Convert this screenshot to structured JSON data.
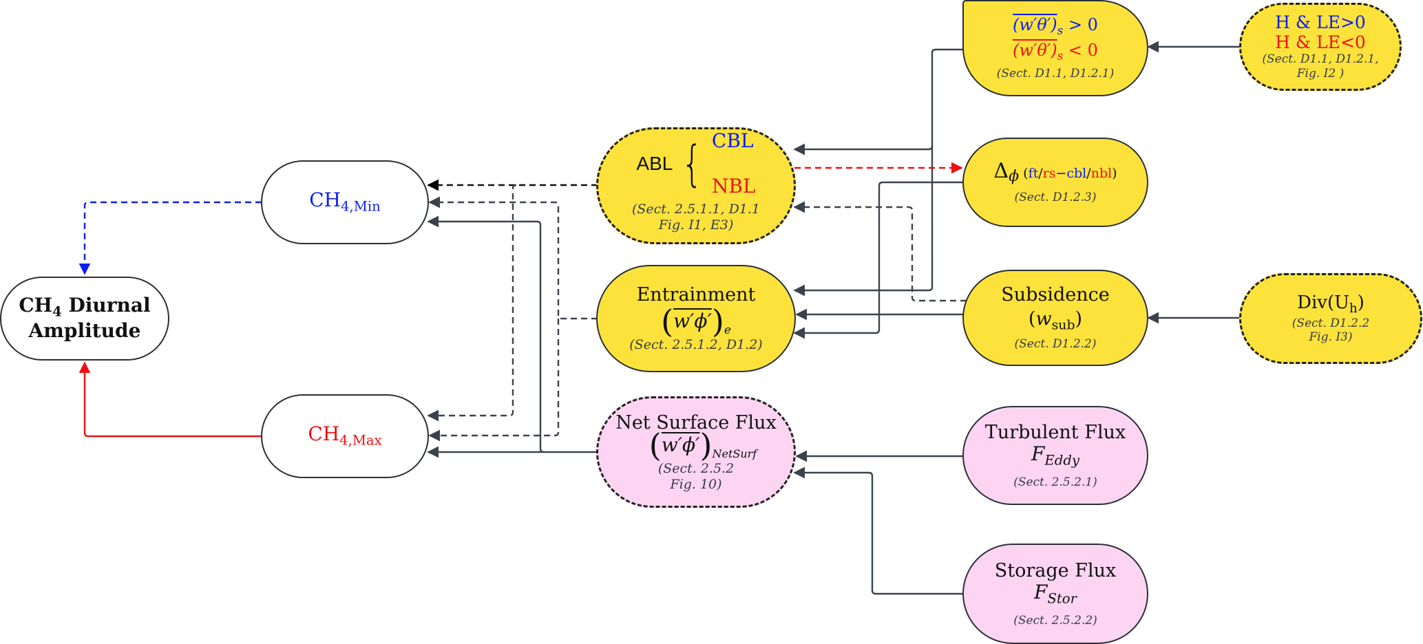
{
  "colors": {
    "yellow_fill": "#fde23c",
    "pink_fill": "#fdd5f3",
    "blue_text": "#0a1ef0",
    "red_text": "#f01010",
    "edge_gray": "#3b424c"
  },
  "nodes": {
    "amplitude": {
      "line1_main": "CH",
      "line1_sub": "4",
      "line1_rest": " Diurnal",
      "line2": "Amplitude"
    },
    "ch4_min": {
      "main": "CH",
      "sub": "4,Min"
    },
    "ch4_max": {
      "main": "CH",
      "sub": "4,Max"
    },
    "abl": {
      "label": "ABL",
      "cbl": "CBL",
      "nbl": "NBL",
      "ref1": "(Sect. 2.5.1.1, D1.1",
      "ref2": "Fig. I1, E3)"
    },
    "entrainment": {
      "title": "Entrainment",
      "expr": "w′ϕ′",
      "sub": "e",
      "ref": "(Sect. 2.5.1.2, D1.2)"
    },
    "net_surface_flux": {
      "title": "Net Surface Flux",
      "expr": "w′ϕ′",
      "sub": "NetSurf",
      "ref1": "(Sect. 2.5.2",
      "ref2": "Fig. 10)"
    },
    "surface_heat_flux": {
      "pos_expr": "(w′θ′)",
      "pos_sub": "s",
      "pos_rel": " > 0",
      "neg_expr": "(w′θ′)",
      "neg_sub": "s",
      "neg_rel": " < 0",
      "ref": "(Sect. D1.1, D1.2.1)"
    },
    "h_le": {
      "pos": "H & LE>0",
      "neg": "H & LE<0",
      "ref1": "(Sect. D1.1, D1.2.1,",
      "ref2": "Fig. I2 )"
    },
    "delta_phi": {
      "symbol": "Δ",
      "sub": "ϕ",
      "open": " (",
      "ft": "ft",
      "slash1": "/",
      "rs": "rs",
      "dash": "−",
      "cbl": "cbl",
      "slash2": "/",
      "nbl": "nbl",
      "close": ")",
      "ref": "(Sect. D1.2.3)"
    },
    "subsidence": {
      "title": "Subsidence",
      "open": "(",
      "w": "w",
      "sub": "sub",
      "close": ")",
      "ref": "(Sect.  D1.2.2)"
    },
    "div_uh": {
      "main": "Div(U",
      "sub": "h",
      "close": ")",
      "ref1": "(Sect. D1.2.2",
      "ref2": "Fig. I3)"
    },
    "turbulent_flux": {
      "title": "Turbulent Flux",
      "symbol": "F",
      "sub": "Eddy",
      "ref": "(Sect.  2.5.2.1)"
    },
    "storage_flux": {
      "title": "Storage Flux",
      "symbol": "F",
      "sub": "Stor",
      "ref": "(Sect. 2.5.2.2)"
    }
  },
  "edges": [
    {
      "from": "ch4_min",
      "to": "amplitude",
      "style": "dashed",
      "color": "blue"
    },
    {
      "from": "ch4_max",
      "to": "amplitude",
      "style": "solid",
      "color": "red"
    },
    {
      "from": "abl",
      "to": "ch4_min",
      "style": "dashed",
      "color": "black"
    },
    {
      "from": "abl",
      "to": "ch4_max",
      "style": "dashed",
      "color": "gray"
    },
    {
      "from": "entrainment",
      "to": "ch4_min",
      "style": "dashed",
      "color": "gray"
    },
    {
      "from": "entrainment",
      "to": "ch4_max",
      "style": "dashed",
      "color": "gray"
    },
    {
      "from": "net_surface_flux",
      "to": "ch4_min",
      "style": "solid",
      "color": "gray"
    },
    {
      "from": "net_surface_flux",
      "to": "ch4_max",
      "style": "solid",
      "color": "gray"
    },
    {
      "from": "surface_heat_flux",
      "to": "abl",
      "style": "solid",
      "color": "gray"
    },
    {
      "from": "surface_heat_flux",
      "to": "entrainment",
      "style": "solid",
      "color": "gray"
    },
    {
      "from": "abl",
      "to": "delta_phi",
      "style": "dashed",
      "color": "red"
    },
    {
      "from": "delta_phi",
      "to": "entrainment",
      "style": "solid",
      "color": "gray"
    },
    {
      "from": "subsidence",
      "to": "abl",
      "style": "dashed",
      "color": "gray"
    },
    {
      "from": "subsidence",
      "to": "entrainment",
      "style": "solid",
      "color": "gray"
    },
    {
      "from": "h_le",
      "to": "surface_heat_flux",
      "style": "solid",
      "color": "gray"
    },
    {
      "from": "div_uh",
      "to": "subsidence",
      "style": "solid",
      "color": "gray"
    },
    {
      "from": "turbulent_flux",
      "to": "net_surface_flux",
      "style": "solid",
      "color": "gray"
    },
    {
      "from": "storage_flux",
      "to": "net_surface_flux",
      "style": "solid",
      "color": "gray"
    }
  ]
}
